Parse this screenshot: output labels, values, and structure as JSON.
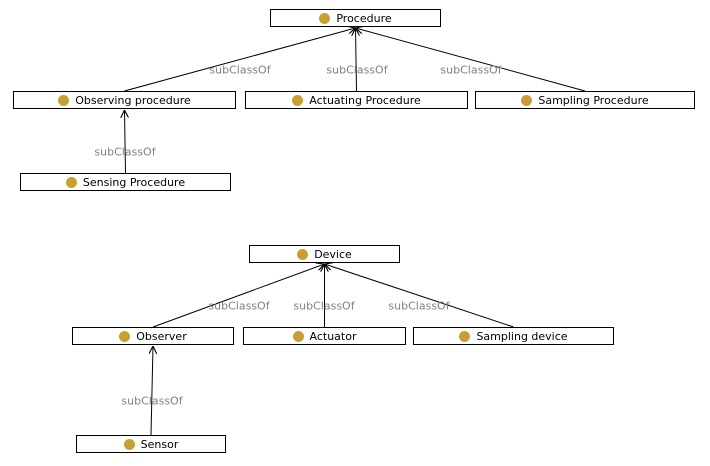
{
  "colors": {
    "class_icon": "#C8A032",
    "edge": "#000000",
    "edge_label": "#808080"
  },
  "class_icon_name": "class-circle-icon",
  "edge_label_text": "subClassOf",
  "hierarchies": [
    {
      "parent": "Procedure",
      "children": [
        {
          "label": "Observing procedure",
          "children": [
            "Sensing Procedure"
          ]
        },
        {
          "label": "Actuating Procedure",
          "children": []
        },
        {
          "label": "Sampling Procedure",
          "children": []
        }
      ]
    },
    {
      "parent": "Device",
      "children": [
        {
          "label": "Observer",
          "children": [
            "Sensor"
          ]
        },
        {
          "label": "Actuator",
          "children": []
        },
        {
          "label": "Sampling device",
          "children": []
        }
      ]
    }
  ]
}
